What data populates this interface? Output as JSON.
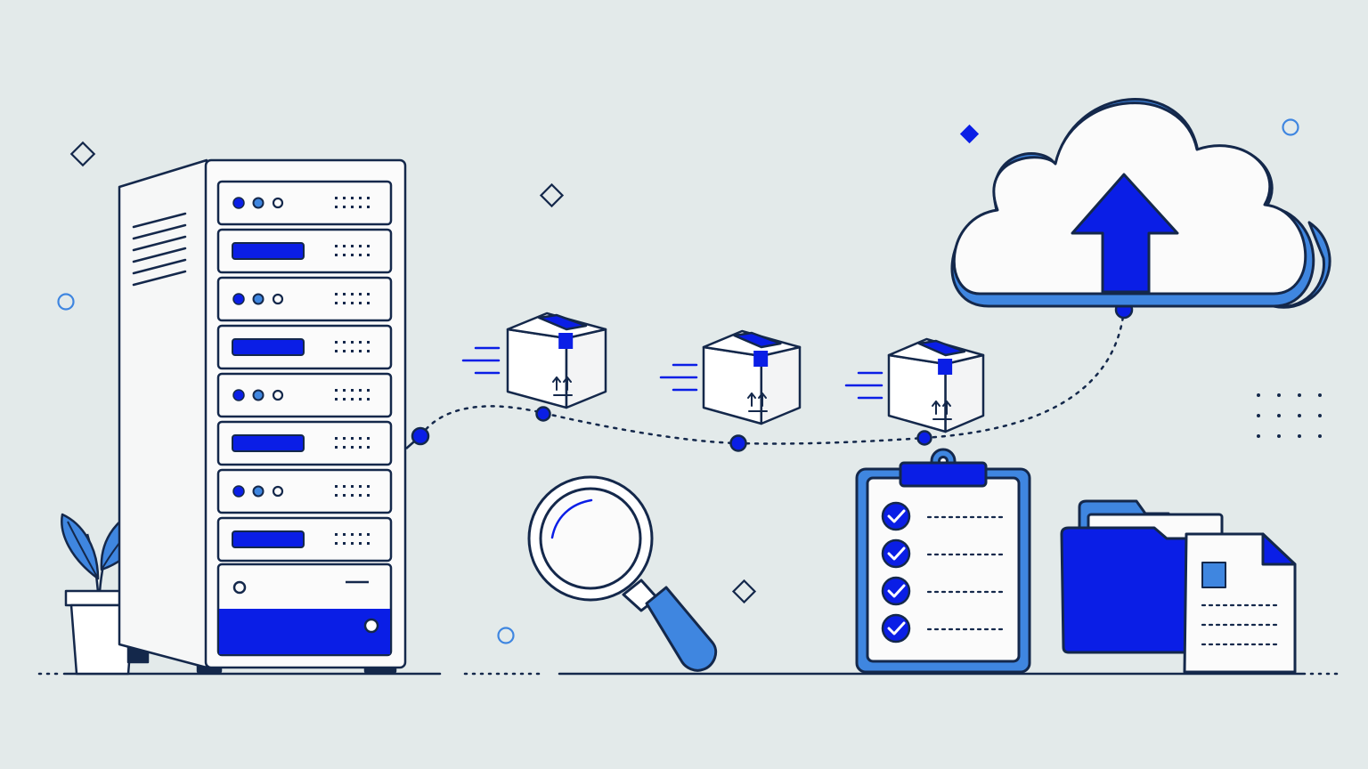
{
  "colors": {
    "background": "#e3eaea",
    "outline": "#14284b",
    "primary_blue": "#0a1ee6",
    "light_blue": "#3f86e0",
    "white": "#ffffff",
    "panel_white": "#fbfbfb"
  },
  "icons": [
    "server-rack-icon",
    "potted-plant-icon",
    "package-box-icon",
    "cloud-upload-icon",
    "magnifying-glass-icon",
    "checklist-clipboard-icon",
    "folder-icon",
    "document-icon",
    "diamond-icon",
    "circle-icon",
    "dot-grid-icon"
  ],
  "server": {
    "slots": [
      "leds",
      "bar",
      "leds",
      "bar",
      "leds",
      "bar",
      "leds",
      "bar",
      "drive"
    ]
  },
  "clipboard": {
    "checked_items": 4
  }
}
